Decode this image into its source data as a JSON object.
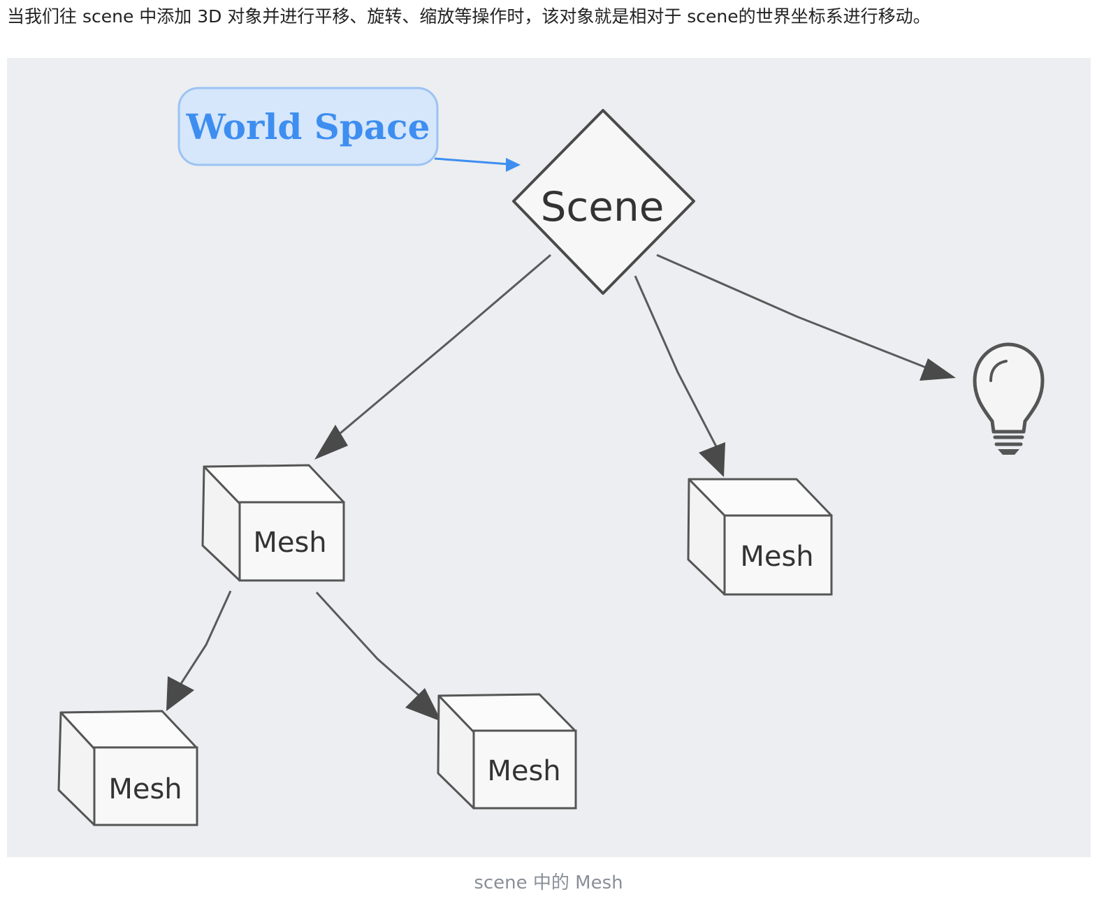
{
  "article": {
    "paragraph": "当我们往 scene 中添加 3D 对象并进行平移、旋转、缩放等操作时，该对象就是相对于 scene的世界坐标系进行移动。"
  },
  "figure": {
    "caption": "scene 中的 Mesh",
    "world_space_label": "World Space",
    "scene_label": "Scene",
    "meshes": [
      {
        "label": "Mesh"
      },
      {
        "label": "Mesh"
      },
      {
        "label": "Mesh"
      },
      {
        "label": "Mesh"
      }
    ],
    "icons": [
      "light-bulb-icon"
    ],
    "colors": {
      "background": "#eceef1",
      "world_space_fill": "#d6e6fb",
      "world_space_stroke": "#9cc3f2",
      "world_space_text": "#3d8ef0",
      "arrow": "#4a4a4a",
      "accent_arrow": "#3d8ef0"
    }
  }
}
